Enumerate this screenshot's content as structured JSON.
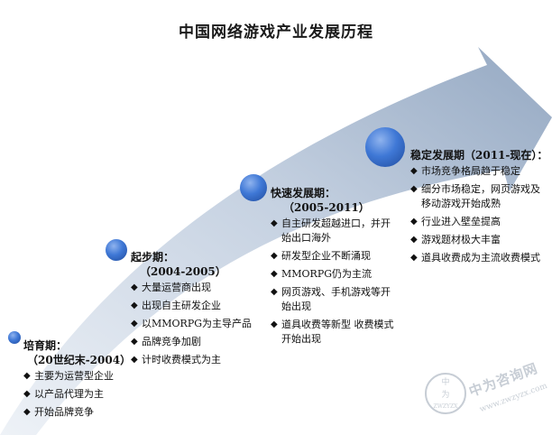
{
  "title": "中国网络游戏产业发展历程",
  "colors": {
    "arrow_dark": "#94a8c2",
    "arrow_light": "#eef2f7",
    "node": "#3a6fcc",
    "node_highlight": "#6d9be6"
  },
  "stages": [
    {
      "name": "培育期：",
      "period": "（20世纪末-2004）",
      "items": [
        "主要为运营型企业",
        "以产品代理为主",
        "开始品牌竞争"
      ]
    },
    {
      "name": "起步期：",
      "period": "（2004-2005）",
      "items": [
        "大量运营商出现",
        "出现自主研发企业",
        "以MMORPG为主导产品",
        "品牌竞争加剧",
        "计时收费模式为主"
      ]
    },
    {
      "name": "快速发展期：",
      "period": "（2005-2011）",
      "items": [
        "自主研发超越进口，并开始出口海外",
        "研发型企业不断涌现",
        "MMORPG仍为主流",
        "网页游戏、手机游戏等开始出现",
        "道具收费等新型 收费模式开始出现"
      ]
    },
    {
      "name": "稳定发展期（2011-现在）：",
      "items": [
        "市场竞争格局趋于稳定",
        "细分市场稳定，网页游戏及移动游戏开始成熟",
        "行业进入壁垒提高",
        "游戏题材极大丰富",
        "道具收费成为主流收费模式"
      ]
    }
  ],
  "watermark": {
    "name_cn": "中为咨询网",
    "url": "www.zwzyzx.com",
    "badge_top": "中",
    "badge_mid": "为",
    "badge_bottom": "ZWZYZX"
  }
}
